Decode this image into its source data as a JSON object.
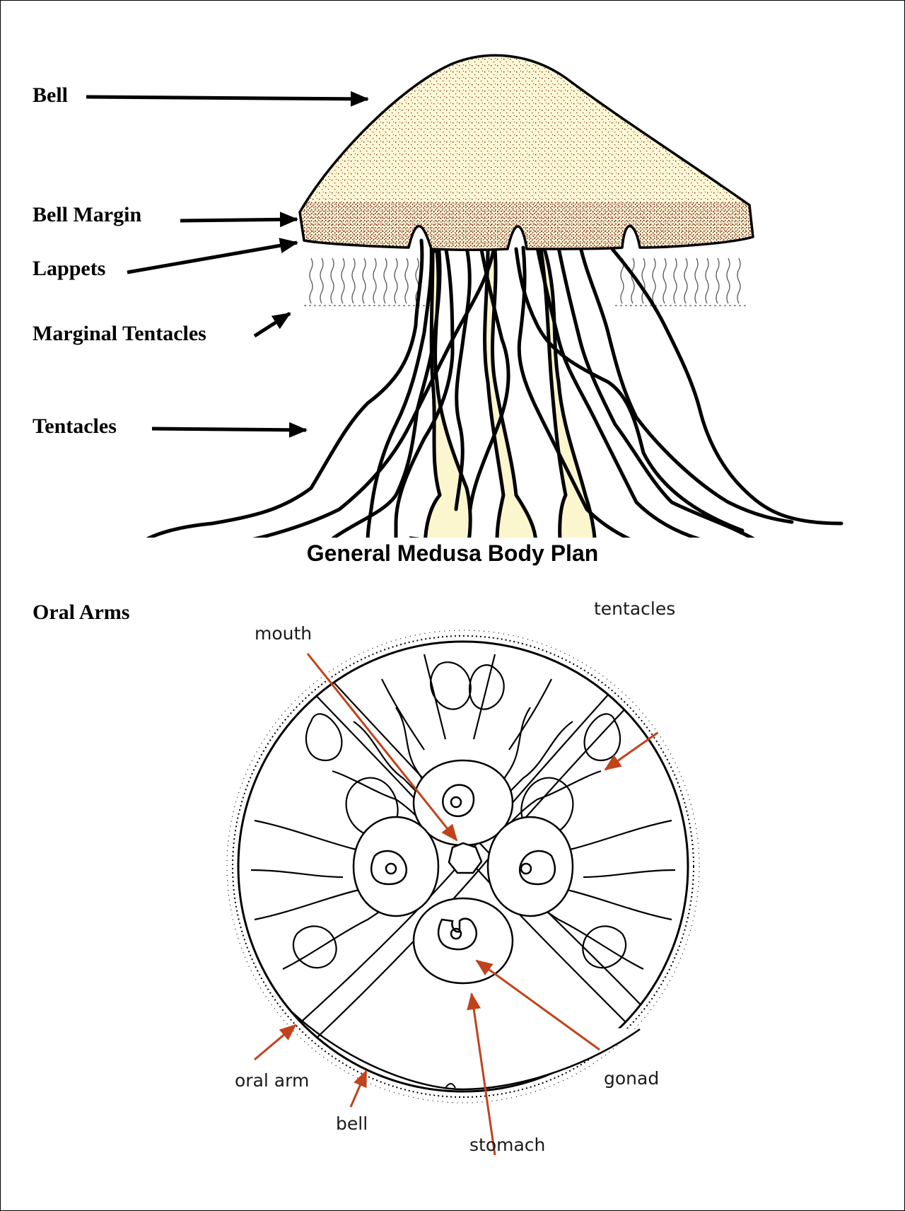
{
  "top_diagram": {
    "labels": {
      "bell": "Bell",
      "bell_margin": "Bell Margin",
      "lappets": "Lappets",
      "marginal_tentacles": "Marginal Tentacles",
      "tentacles": "Tentacles",
      "oral_arms": "Oral Arms"
    },
    "colors": {
      "bell_fill": "#FDF8D6",
      "stipple": "#7A1E14",
      "oral_arm_fill": "#FBF6CE"
    }
  },
  "bottom_diagram": {
    "title": "General Medusa Body Plan",
    "labels": {
      "mouth": "mouth",
      "tentacles": "tentacles",
      "oral_arm": "oral arm",
      "bell": "bell",
      "stomach": "stomach",
      "gonad": "gonad"
    },
    "colors": {
      "arrow": "#C0431B"
    }
  }
}
